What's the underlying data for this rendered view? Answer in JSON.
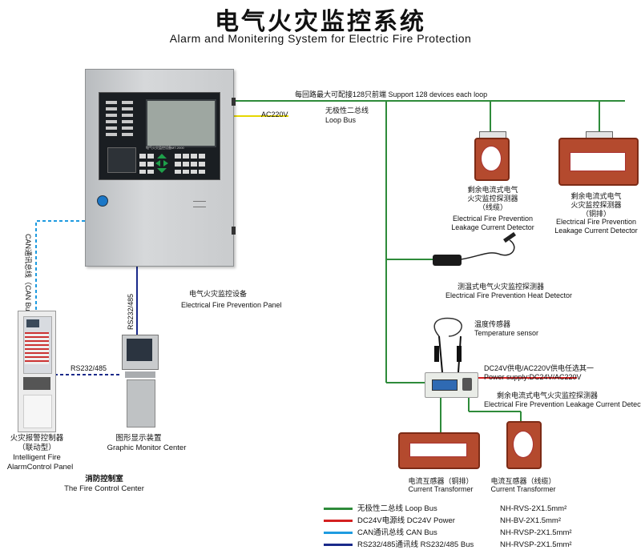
{
  "header": {
    "title_cn": "电气火灾监控系统",
    "title_en": "Alarm and Monitering System for Electric Fire Protection"
  },
  "colors": {
    "loop_bus": "#2e8b3a",
    "power": "#d42020",
    "can_bus": "#1e9be0",
    "rs232": "#1a2a8a",
    "ac220": "#e6d700"
  },
  "labels": {
    "loop_capacity": "每回路最大可配接128只前端  Support  128  devices  each  loop",
    "ac220": "AC220V",
    "loop_bus_cn": "无极性二总线",
    "loop_bus_en": "Loop Bus",
    "can_cable": "CAN通讯总线（CAN Bus）",
    "rs232_vertical": "RS232/485",
    "rs232_horizontal": "RS232/485",
    "panel_cn": "电气火灾监控设备",
    "panel_en": "Electrical Fire Prevention Panel",
    "panel_plate": "电气火灾监控设备MT-2000"
  },
  "detectors": {
    "cable_cn1": "剩余电流式电气",
    "cable_cn2": "火灾监控探测器",
    "cable_cn3": "（线缆）",
    "cable_en1": "Electrical Fire Prevention",
    "cable_en2": "Leakage Current Detector",
    "copper_cn1": "剩余电流式电气",
    "copper_cn2": "火灾监控探测器",
    "copper_cn3": "（铜排）",
    "copper_en1": "Electrical Fire Prevention",
    "copper_en2": "Leakage Current Detector",
    "heat_cn": "测温式电气火灾监控探测器",
    "heat_en": "Electrical Fire Prevention Heat Detector",
    "temp_cn": "温度传感器",
    "temp_en": "Temperature sensor",
    "power_cn": "DC24V供电/AC220V供电任选其一",
    "power_en": "Power supply:DC24V/AC220V",
    "module_cn": "剩余电流式电气火灾监控探测器",
    "module_en": "Electrical Fire Prevention Leakage Current Detector",
    "ct1_cn": "电流互感器（铜排）",
    "ct1_en": "Current  Transformer",
    "ct2_cn": "电流互感器（线缆）",
    "ct2_en": "Current  Transformer"
  },
  "fire_center": {
    "alarm_cn1": "火灾报警控制器",
    "alarm_cn2": "（联动型）",
    "alarm_en1": "Intelligent Fire",
    "alarm_en2": "AlarmControl Panel",
    "monitor_cn": "图形显示装置",
    "monitor_en": "Graphic Monitor Center",
    "center_cn": "消防控制室",
    "center_en": "The  Fire  Control  Center"
  },
  "legend": [
    {
      "label": "无极性二总线  Loop Bus",
      "spec": "NH-RVS-2X1.5mm²",
      "color": "#2e8b3a"
    },
    {
      "label": "DC24V电源线 DC24V Power",
      "spec": "NH-BV-2X1.5mm²",
      "color": "#d42020"
    },
    {
      "label": "CAN通讯总线 CAN Bus",
      "spec": "NH-RVSP-2X1.5mm²",
      "color": "#1e9be0"
    },
    {
      "label": "RS232/485通讯线  RS232/485 Bus",
      "spec": "NH-RVSP-2X1.5mm²",
      "color": "#1a2a8a"
    }
  ]
}
